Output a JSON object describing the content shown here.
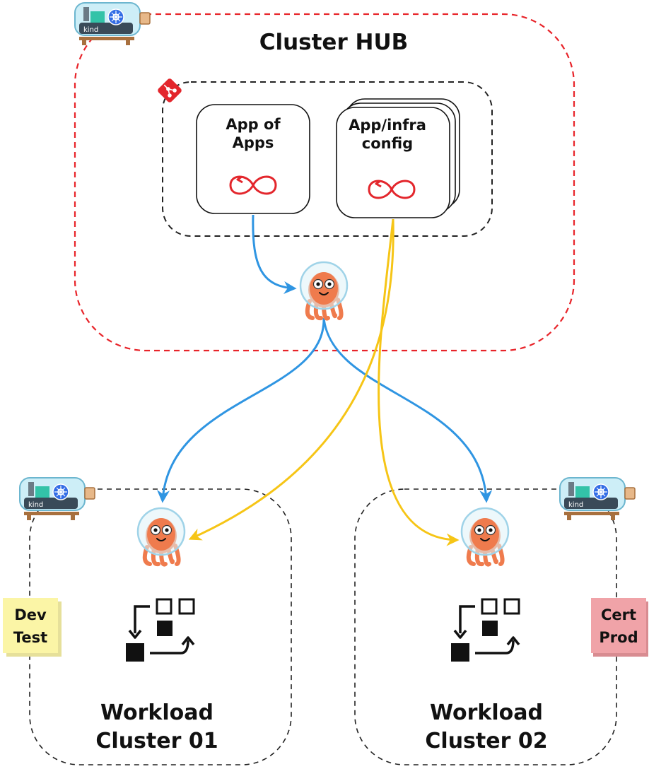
{
  "hub": {
    "title": "Cluster HUB"
  },
  "cards": {
    "app_of_apps": {
      "line1": "App of",
      "line2": "Apps"
    },
    "app_infra": {
      "line1": "App/infra",
      "line2": "config"
    }
  },
  "workloads": [
    {
      "line1": "Workload",
      "line2": "Cluster 01",
      "env1": "Dev",
      "env2": "Test"
    },
    {
      "line1": "Workload",
      "line2": "Cluster 02",
      "env1": "Cert",
      "env2": "Prod"
    }
  ],
  "badges": {
    "kind": "kind"
  },
  "colors": {
    "hub_border": "#e8242a",
    "dashed_border": "#222222",
    "blue_arrow": "#2f95e2",
    "yellow_arrow": "#f6c516",
    "sync_icon": "#e3262c",
    "octopus": "#ef7b4d",
    "sticky_yellow": "#fbf5a6",
    "sticky_pink": "#f0a3a8",
    "git_red": "#e3262c"
  }
}
